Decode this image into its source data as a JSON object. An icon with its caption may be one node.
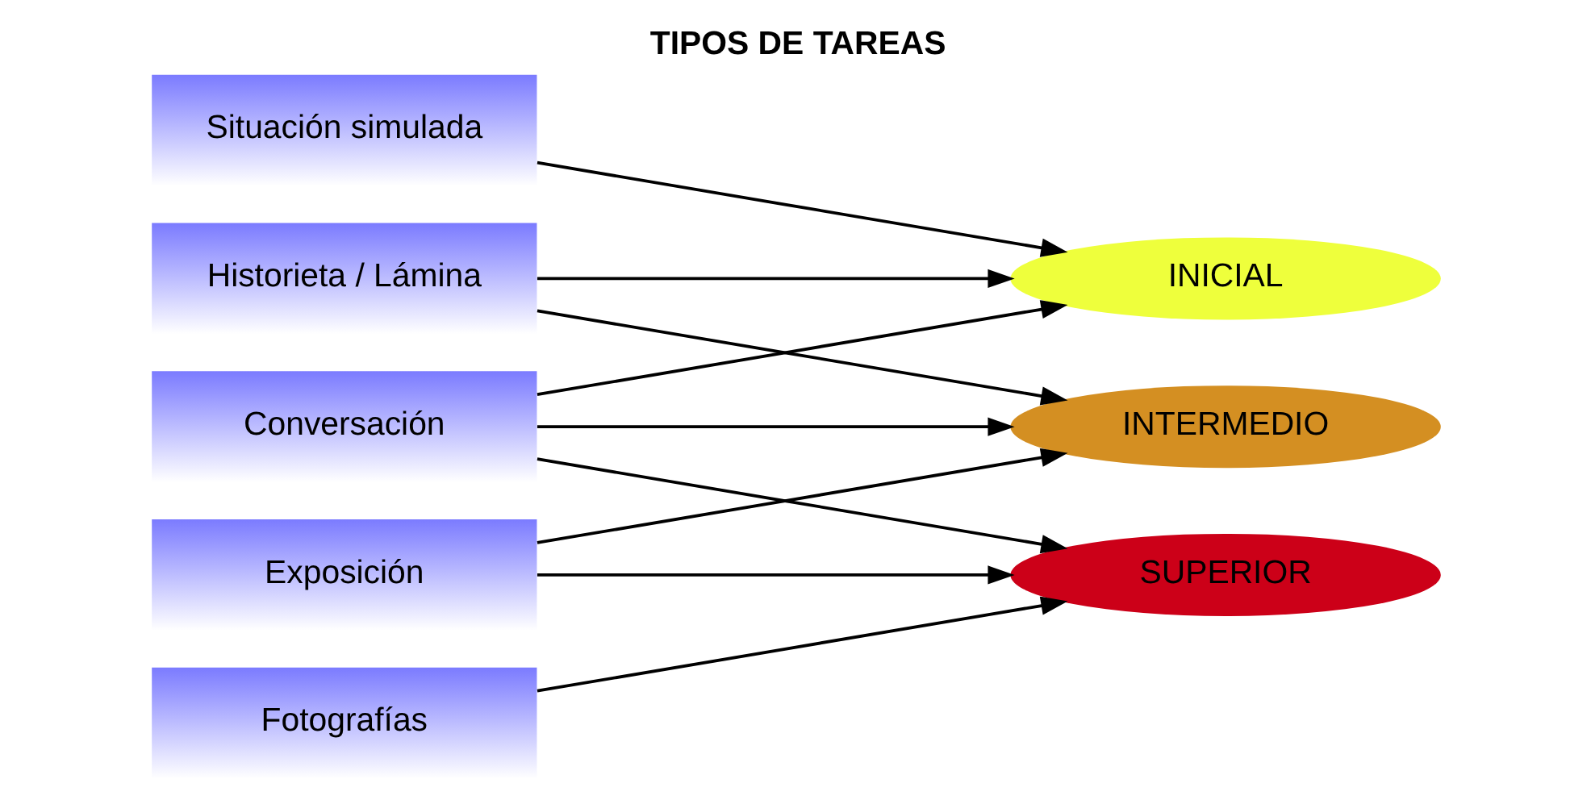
{
  "diagram": {
    "title": "TIPOS DE TAREAS",
    "nodes": [
      {
        "text": [
          "Situación simulada"
        ]
      },
      {
        "text": [
          "Historieta / Lámina"
        ]
      },
      {
        "text": [
          "Fotografías"
        ]
      },
      {
        "text": [
          "Exposición"
        ]
      },
      {
        "text": [
          "Conversación"
        ]
      },
      {
        "text": [
          "INICIAL"
        ]
      },
      {
        "text": [
          "INTERMEDIO"
        ]
      },
      {
        "text": [
          "SUPERIOR"
        ]
      }
    ],
    "edges": [
      {
        "from": 0,
        "to": 5,
        "arrow": "to"
      },
      {
        "from": 1,
        "to": 5,
        "arrow": "to"
      },
      {
        "from": 1,
        "to": 6,
        "arrow": "to"
      },
      {
        "from": 2,
        "to": 7,
        "arrow": "to"
      },
      {
        "from": 3,
        "to": 6,
        "arrow": "to"
      },
      {
        "from": 3,
        "to": 7,
        "arrow": "to"
      },
      {
        "from": 4,
        "to": 5,
        "arrow": "to"
      },
      {
        "from": 4,
        "to": 6,
        "arrow": "to"
      },
      {
        "from": 4,
        "to": 7,
        "arrow": "to"
      }
    ]
  }
}
